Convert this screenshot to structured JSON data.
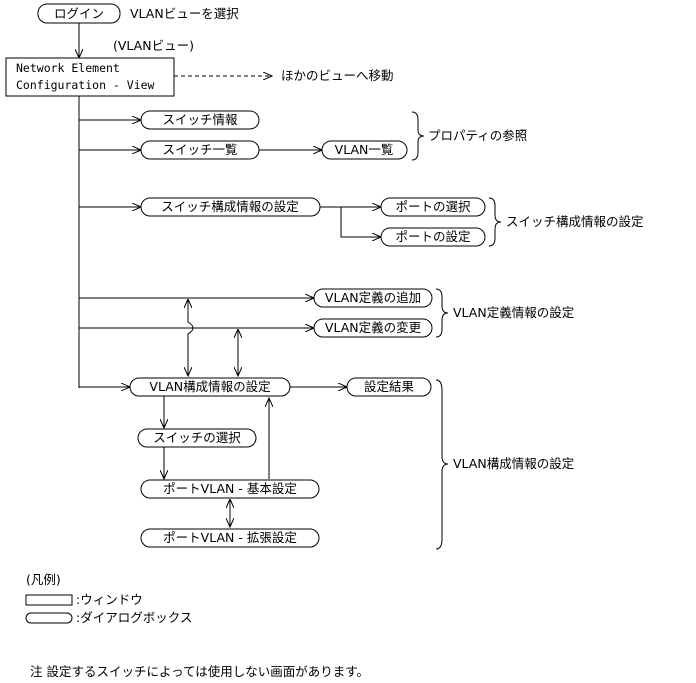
{
  "login": "ログイン",
  "select_vlan_view": "VLANビューを選択",
  "vlan_view_paren": "(VLANビュー)",
  "ne_config_line1": "Network Element",
  "ne_config_line2": "Configuration - View",
  "move_other_view": "ほかのビューへ移動",
  "switch_info": "スイッチ情報",
  "switch_list": "スイッチ一覧",
  "vlan_list": "VLAN一覧",
  "property_ref": "プロパティの参照",
  "switch_config_setting": "スイッチ構成情報の設定",
  "port_select": "ポートの選択",
  "port_setting": "ポートの設定",
  "switch_config_setting_label": "スイッチ構成情報の設定",
  "vlan_def_add": "VLAN定義の追加",
  "vlan_def_change": "VLAN定義の変更",
  "vlan_def_setting_label": "VLAN定義情報の設定",
  "vlan_config_setting": "VLAN構成情報の設定",
  "setting_result": "設定結果",
  "switch_select": "スイッチの選択",
  "port_vlan_basic": "ポートVLAN - 基本設定",
  "port_vlan_ext": "ポートVLAN - 拡張設定",
  "vlan_config_setting_label": "VLAN構成情報の設定",
  "legend_title": "(凡例)",
  "legend_window": ":ウィンドウ",
  "legend_dialog": ":ダイアログボックス",
  "note": "注 設定するスイッチによっては使用しない画面があります。"
}
